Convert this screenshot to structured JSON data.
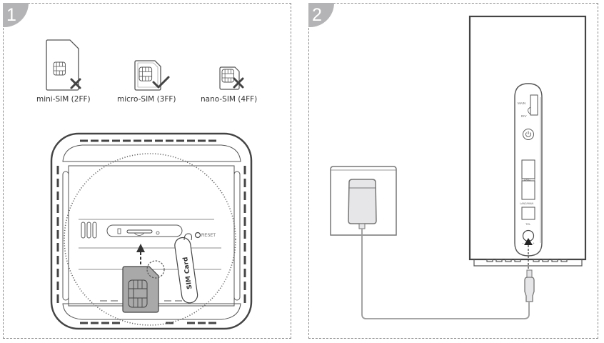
{
  "steps": [
    {
      "number": "1",
      "sim_types": [
        {
          "label": "mini-SIM (2FF)",
          "supported": false,
          "status_icon": "cross-icon"
        },
        {
          "label": "micro-SIM (3FF)",
          "supported": true,
          "status_icon": "check-icon"
        },
        {
          "label": "nano-SIM (4FF)",
          "supported": false,
          "status_icon": "cross-icon"
        }
      ],
      "device": {
        "reset_label": "RESET",
        "sim_cover_label": "SIM Card"
      }
    },
    {
      "number": "2",
      "router_ports": {
        "main": "MAIN",
        "div": "DIV",
        "lan1": "LAN1",
        "lan2_wan": "LAN2/WAN",
        "tel": "TEL",
        "minus": "–",
        "plus": "+"
      }
    }
  ],
  "colors": {
    "badge": "#b4b4b6",
    "line": "#555555",
    "sim_fill": "#a9a9aa",
    "adapter_fill": "#e6e6e8",
    "cable": "#9a9a9a"
  }
}
